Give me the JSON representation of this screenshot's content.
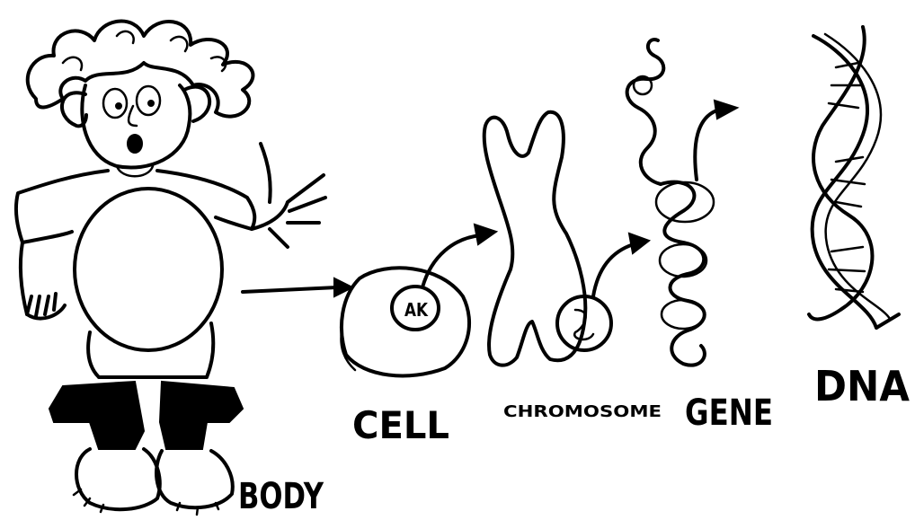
{
  "labels": {
    "body": "BODY",
    "cell": "CELL",
    "chromosome": "CHROMOSOME",
    "gene": "GENE",
    "dna": "DNA",
    "nucleus": "AK"
  },
  "colors": {
    "ink": "#000000",
    "paper": "#ffffff"
  }
}
